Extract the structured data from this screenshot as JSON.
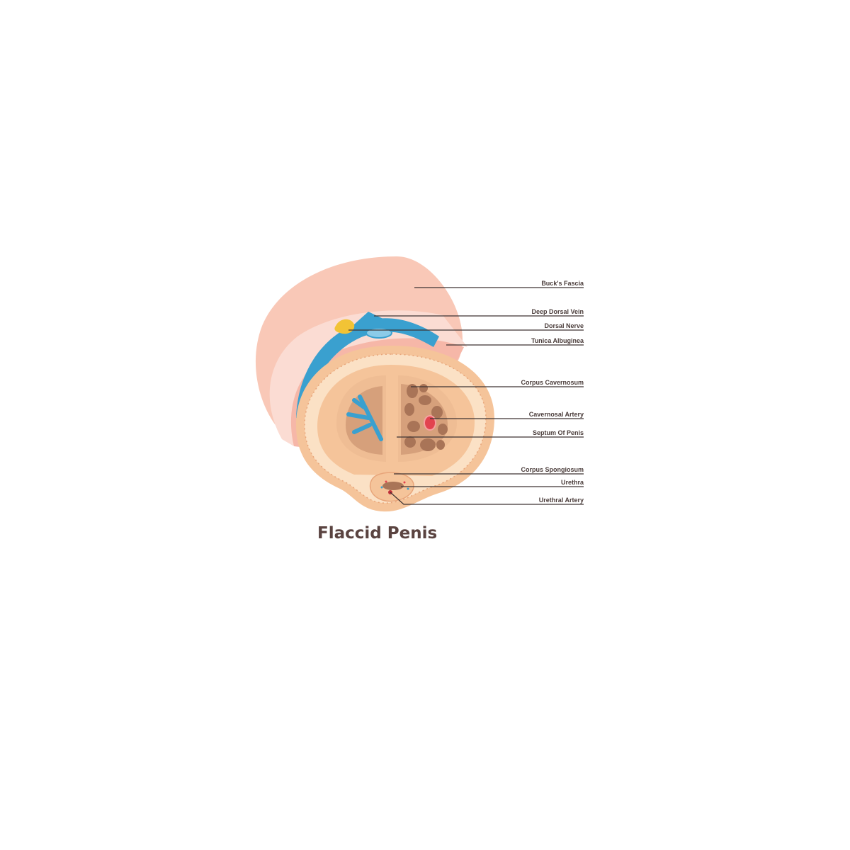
{
  "caption": "Flaccid Penis",
  "labels": {
    "bucks_fascia": "Buck's Fascia",
    "deep_dorsal_vein": "Deep Dorsal Vein",
    "dorsal_nerve": "Dorsal Nerve",
    "tunica_albuginea": "Tunica Albuginea",
    "corpus_cavernosum": "Corpus Cavernosum",
    "cavernosal_artery": "Cavernosal Artery",
    "septum_of_penis": "Septum Of Penis",
    "corpus_spongiosum": "Corpus Spongiosum",
    "urethra": "Urethra",
    "urethral_artery": "Urethral Artery"
  },
  "colors": {
    "skin": "#f9c8b7",
    "bucks_fascia_band": "#fbdcd3",
    "vein": "#3aa0cf",
    "nerve": "#f2c335",
    "section_outer": "#f5c49a",
    "section_ring": "#fbe1c5",
    "cavernosum_chamber": "#efbd94",
    "sinusoid": "#a97457",
    "artery": "#e2434f",
    "leader_line": "#3d3333",
    "text": "#4a3c3a"
  }
}
